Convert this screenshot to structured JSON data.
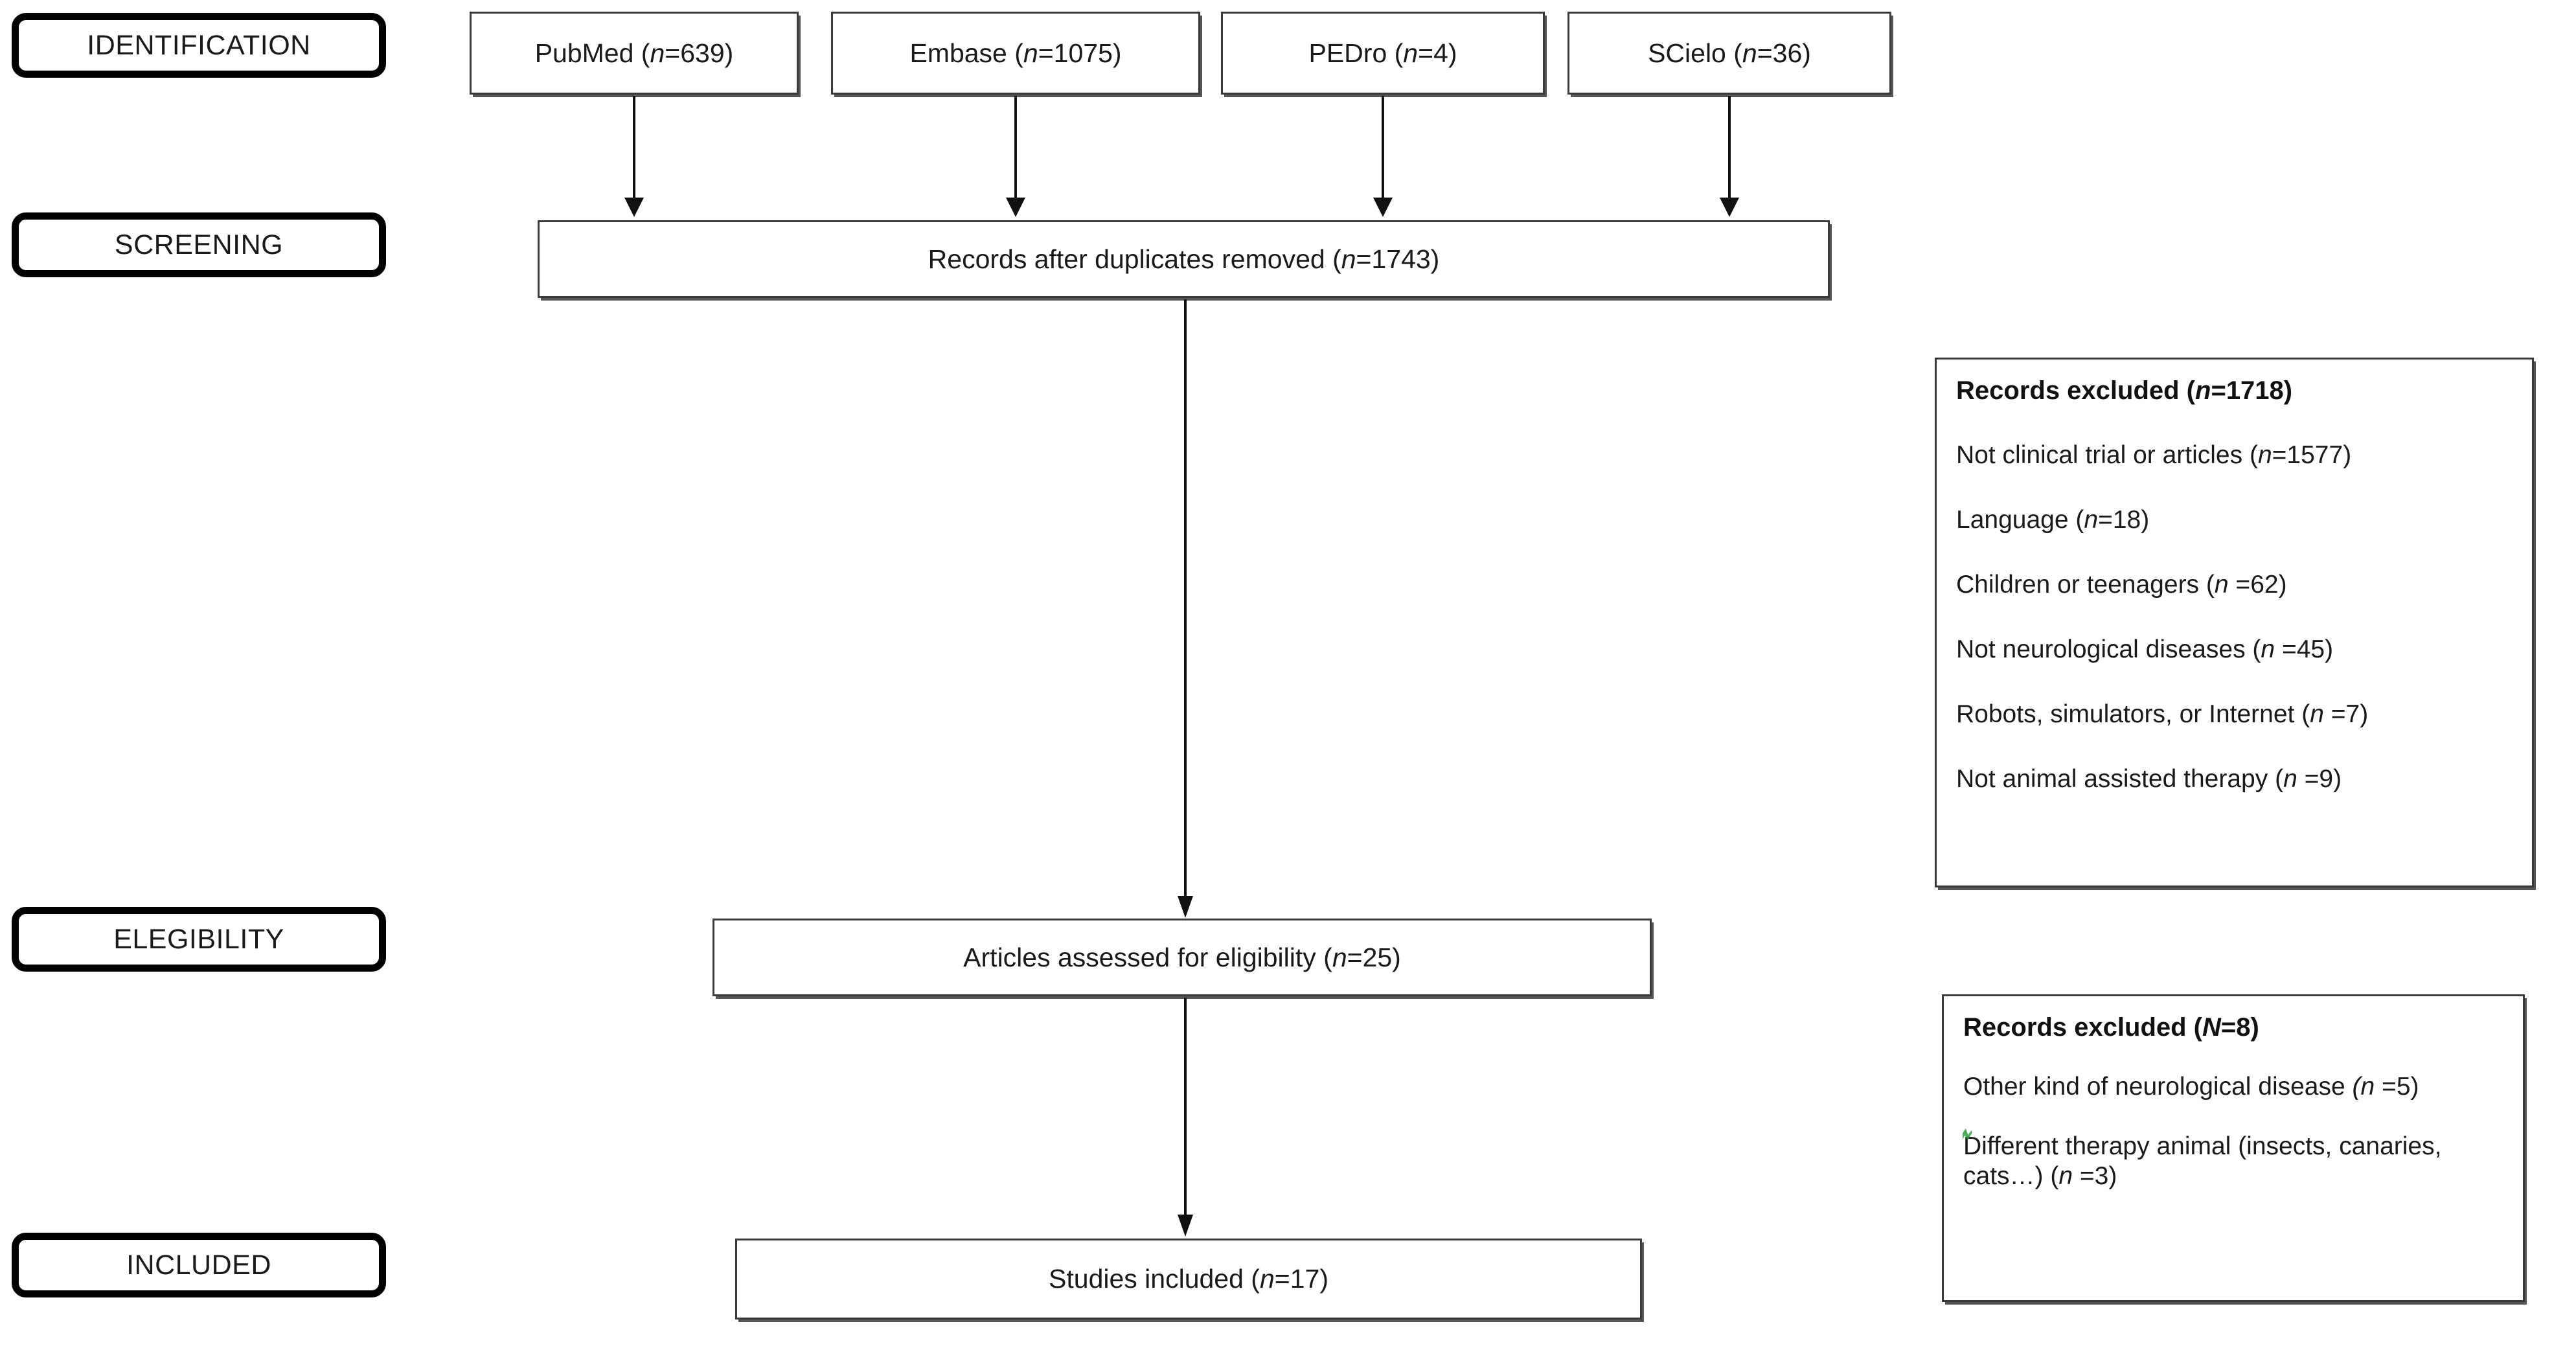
{
  "diagram": {
    "title": "PRISMA flow diagram",
    "type": "prisma-flow",
    "colors": {
      "box_border": "#3a3a3a",
      "stage_border": "#000000",
      "connector": "#111111",
      "background": "#ffffff",
      "spellcheck_mark": "#2f9e44"
    }
  },
  "stages": [
    {
      "id": "identification",
      "label": "IDENTIFICATION"
    },
    {
      "id": "screening",
      "label": "SCREENING"
    },
    {
      "id": "elegibility",
      "label": "ELEGIBILITY"
    },
    {
      "id": "included",
      "label": "INCLUDED"
    }
  ],
  "sources": [
    {
      "id": "pubmed",
      "name": "PubMed",
      "n": 639,
      "label_prefix": "PubMed (",
      "label_n": "n",
      "label_suffix": "=639)"
    },
    {
      "id": "embase",
      "name": "Embase",
      "n": 1075,
      "label_prefix": "Embase (",
      "label_n": "n",
      "label_suffix": "=1075)"
    },
    {
      "id": "pedro",
      "name": "PEDro",
      "n": 4,
      "label_prefix": "PEDro (",
      "label_n": "n",
      "label_suffix": "=4)"
    },
    {
      "id": "scielo",
      "name": "SCielo",
      "n": 36,
      "label_prefix": "SCielo (",
      "label_n": "n",
      "label_suffix": "=36)"
    }
  ],
  "flow": {
    "duplicates_removed": {
      "prefix": "Records after duplicates removed (",
      "n_symbol": "n",
      "suffix": "=1743)",
      "value": 1743
    },
    "assessed": {
      "prefix": "Articles assessed for eligibility (",
      "n_symbol": "n",
      "suffix": "=25)",
      "value": 25
    },
    "included": {
      "prefix": "Studies included (",
      "n_symbol": "n",
      "suffix": "=17)",
      "value": 17
    }
  },
  "exclusions": {
    "screening_panel": {
      "title_prefix": "Records excluded (",
      "title_n": "n",
      "title_suffix": "=1718)",
      "total": 1718,
      "items": [
        {
          "reason": "Not clinical trial or articles",
          "prefix": "Not clinical trial or articles (",
          "n_symbol": "n",
          "suffix": "=1577)",
          "value": 1577
        },
        {
          "reason": "Language",
          "prefix": "Language (",
          "n_symbol": "n",
          "suffix": "=18)",
          "value": 18
        },
        {
          "reason": "Children or teenagers",
          "prefix": "Children or teenagers (",
          "n_symbol": "n",
          "suffix": " =62)",
          "value": 62
        },
        {
          "reason": "Not neurological diseases",
          "prefix": "Not neurological diseases (",
          "n_symbol": "n",
          "suffix": " =45)",
          "value": 45
        },
        {
          "reason": "Robots, simulators, or Internet",
          "prefix": "Robots, simulators, or Internet (",
          "n_symbol": "n",
          "suffix": " =7)",
          "value": 7
        },
        {
          "reason": "Not animal assisted therapy",
          "prefix": "Not animal assisted therapy (",
          "n_symbol": "n",
          "suffix": " =9)",
          "value": 9
        }
      ]
    },
    "eligibility_panel": {
      "title_prefix": "Records excluded (",
      "title_n": "N",
      "title_suffix": "=8)",
      "total": 8,
      "items": [
        {
          "reason": "Other kind of neurological disease",
          "prefix": "Other kind of neurological disease ",
          "n_symbol": "(n",
          "suffix": " =5)",
          "value": 5
        },
        {
          "reason": "Different therapy animal (insects, canaries, cats…)",
          "prefix": "Different therapy animal (insects, canaries, cats…) (",
          "n_symbol": "n",
          "suffix": " =3)",
          "value": 3
        }
      ]
    }
  }
}
